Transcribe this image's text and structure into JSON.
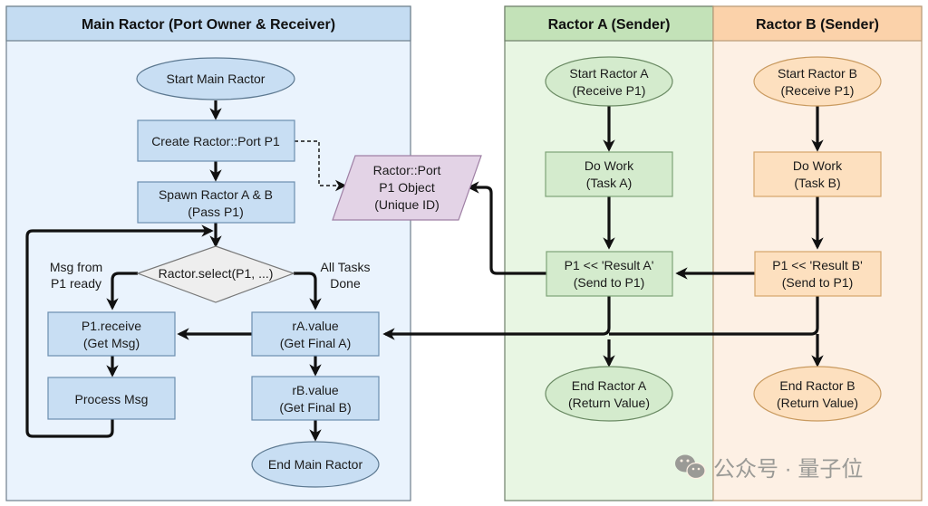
{
  "colors": {
    "main_header": "#c4dcf2",
    "main_body": "#eaf3fd",
    "main_node": "#c8def3",
    "main_stroke": "#6c8eaf",
    "a_header": "#c3e2b8",
    "a_body": "#e8f6e3",
    "a_node": "#d4ebcd",
    "a_stroke": "#7fa377",
    "b_header": "#fbd2aa",
    "b_body": "#fdf0e4",
    "b_node": "#fde0bf",
    "b_stroke": "#d5a56a",
    "port_fill": "#e3d3e6",
    "port_stroke": "#9f80a5",
    "decision_fill": "#eeeeee",
    "decision_stroke": "#777777",
    "edge": "#111111"
  },
  "lanes": {
    "main": {
      "title": "Main Ractor (Port Owner & Receiver)"
    },
    "a": {
      "title": "Ractor A (Sender)"
    },
    "b": {
      "title": "Ractor B (Sender)"
    }
  },
  "main": {
    "start": "Start Main Ractor",
    "create_port": "Create Ractor::Port P1",
    "spawn": [
      "Spawn Ractor A & B",
      "(Pass P1)"
    ],
    "select": "Ractor.select(P1, ...)",
    "label_msg": [
      "Msg from",
      "P1 ready"
    ],
    "label_done": [
      "All Tasks",
      "Done"
    ],
    "receive": [
      "P1.receive",
      "(Get Msg)"
    ],
    "process": "Process Msg",
    "ra_value": [
      "rA.value",
      "(Get Final A)"
    ],
    "rb_value": [
      "rB.value",
      "(Get Final B)"
    ],
    "end": "End Main Ractor"
  },
  "port_object": [
    "Ractor::Port",
    "P1 Object",
    "(Unique ID)"
  ],
  "a": {
    "start": [
      "Start Ractor A",
      "(Receive P1)"
    ],
    "work": [
      "Do Work",
      "(Task A)"
    ],
    "send": [
      "P1 << 'Result A'",
      "(Send to P1)"
    ],
    "end": [
      "End Ractor A",
      "(Return Value)"
    ]
  },
  "b": {
    "start": [
      "Start Ractor B",
      "(Receive P1)"
    ],
    "work": [
      "Do Work",
      "(Task B)"
    ],
    "send": [
      "P1 << 'Result B'",
      "(Send to P1)"
    ],
    "end": [
      "End Ractor B",
      "(Return Value)"
    ]
  },
  "watermark": {
    "icon": "wechat-icon",
    "text": "公众号 · 量子位"
  }
}
